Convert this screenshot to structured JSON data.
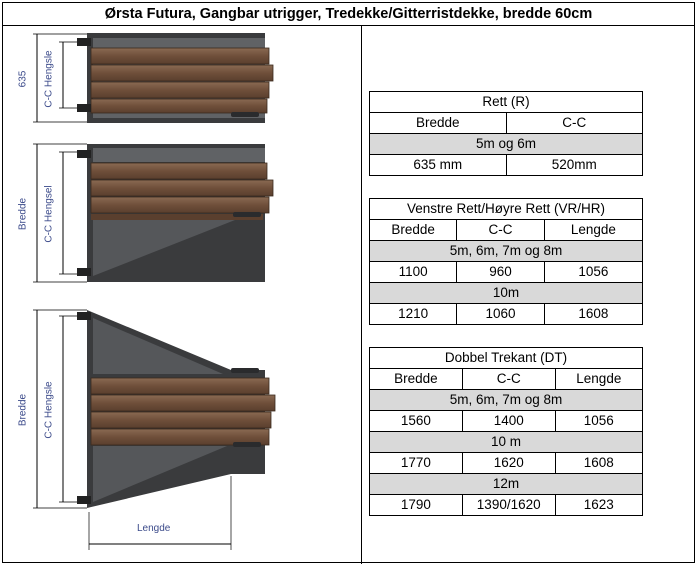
{
  "title": "Ørsta Futura, Gangbar utrigger, Tredekke/Gitterristdekke, bredde 60cm",
  "drawing_labels": {
    "d1_width": "635",
    "d1_cc": "C-C Hengsle",
    "d2_width": "Bredde",
    "d2_cc": "C-C Hengsel",
    "d3_width": "Bredde",
    "d3_cc": "C-C Hengsle",
    "d3_length": "Lengde"
  },
  "table_r": {
    "title": "Rett (R)",
    "headers": [
      "Bredde",
      "C-C"
    ],
    "group": "5m og 6m",
    "row": [
      "635 mm",
      "520mm"
    ]
  },
  "table_vr": {
    "title": "Venstre Rett/Høyre Rett (VR/HR)",
    "headers": [
      "Bredde",
      "C-C",
      "Lengde"
    ],
    "group1": "5m, 6m, 7m og 8m",
    "row1": [
      "1100",
      "960",
      "1056"
    ],
    "group2": "10m",
    "row2": [
      "1210",
      "1060",
      "1608"
    ]
  },
  "table_dt": {
    "title": "Dobbel Trekant (DT)",
    "headers": [
      "Bredde",
      "C-C",
      "Lengde"
    ],
    "group1": "5m, 6m, 7m og 8m",
    "row1": [
      "1560",
      "1400",
      "1056"
    ],
    "group2": "10 m",
    "row2": [
      "1770",
      "1620",
      "1608"
    ],
    "group3": "12m",
    "row3": [
      "1790",
      "1390/1620",
      "1623"
    ]
  },
  "colors": {
    "wood": "#7a5a43",
    "wood_dark": "#4b3526",
    "steel": "#5b5d60",
    "steel_dark": "#2e2f31",
    "dim_line": "#000000",
    "label_blue": "#3b4a8a",
    "group_grey": "#d9d9d9"
  }
}
